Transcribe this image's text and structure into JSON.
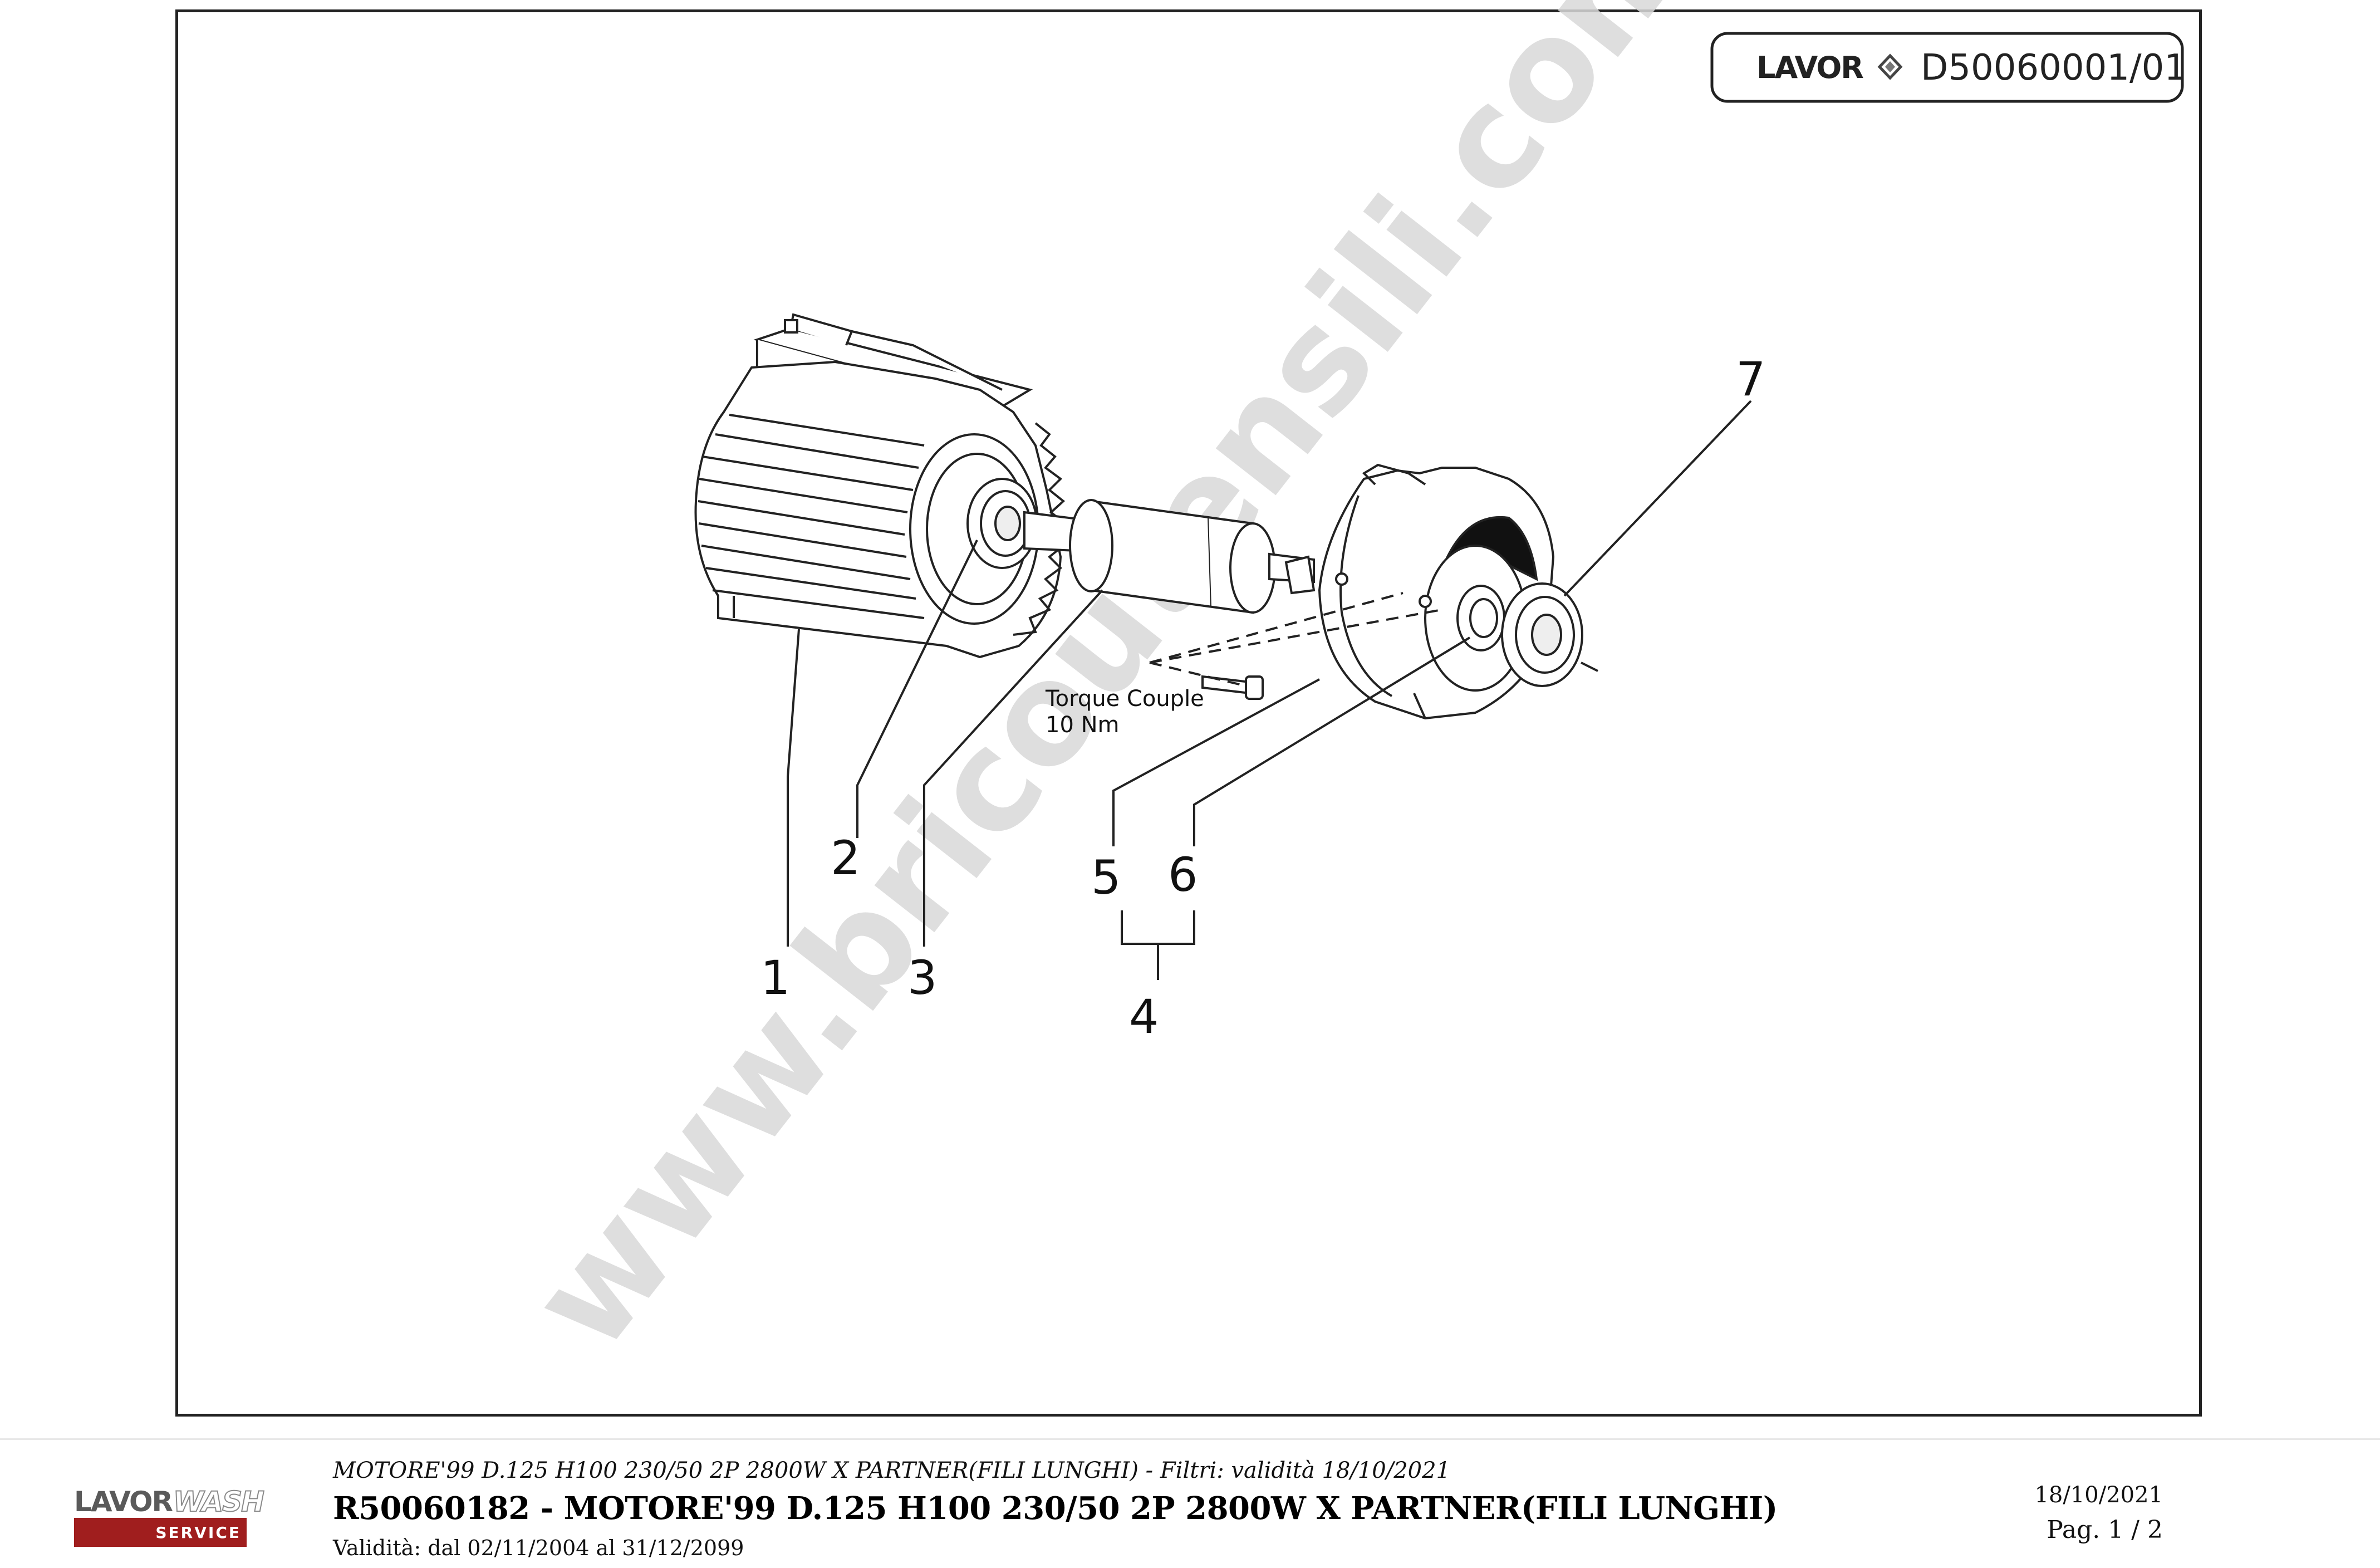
{
  "header_box": {
    "brand": "LAVOR",
    "doc_code": "D50060001/01"
  },
  "diagram": {
    "callouts": [
      "1",
      "2",
      "3",
      "4",
      "5",
      "6",
      "7"
    ],
    "torque_line1": "Torque Couple",
    "torque_line2": "10 Nm",
    "watermark": "www.bricoutensili.com"
  },
  "footer": {
    "subtitle": "MOTORE'99 D.125 H100 230/50 2P 2800W X PARTNER(FILI LUNGHI) - Filtri: validità 18/10/2021",
    "title": "R50060182 - MOTORE'99 D.125 H100 230/50 2P 2800W X PARTNER(FILI LUNGHI)",
    "validity": "Validità: dal 02/11/2004 al 31/12/2099",
    "date": "18/10/2021",
    "page": "Pag. 1 / 2",
    "logo_lavor": "LAVOR",
    "logo_wash": "WASH",
    "logo_service": "SERVICE"
  },
  "colors": {
    "frame": "#222222",
    "logo_red": "#a01e1e",
    "watermark": "#d9d9d9"
  }
}
